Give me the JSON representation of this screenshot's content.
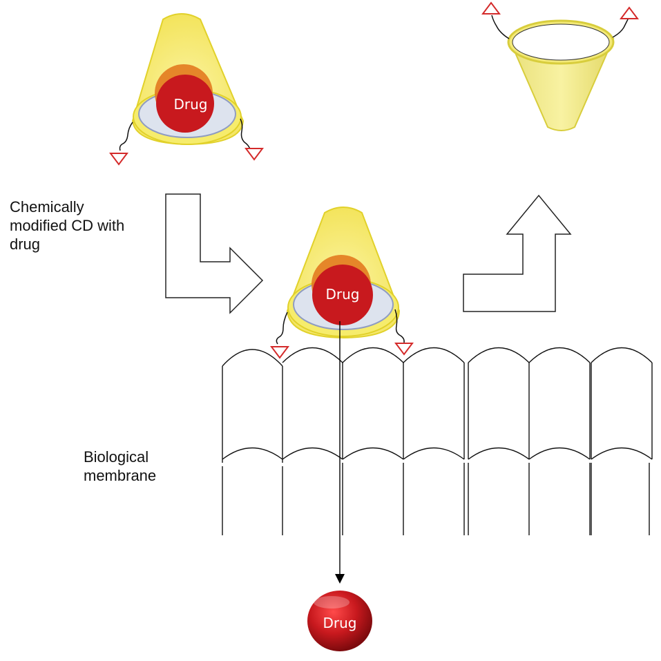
{
  "labels": {
    "chemically_modified_line1": "Chemically",
    "chemically_modified_line2": "modified CD with",
    "chemically_modified_line3": "drug",
    "biological_line1": "Biological",
    "biological_line2": "membrane"
  },
  "drug_label": "Drug",
  "colors": {
    "cone_yellow": "#f7ee7a",
    "cone_outline": "#e4d62c",
    "cavity_blue": "#dfe4ef",
    "cavity_outline": "#8e9bbf",
    "drug_red": "#c8191e",
    "drug_orange": "#e3791c",
    "ligand_red": "#d42a2a"
  }
}
